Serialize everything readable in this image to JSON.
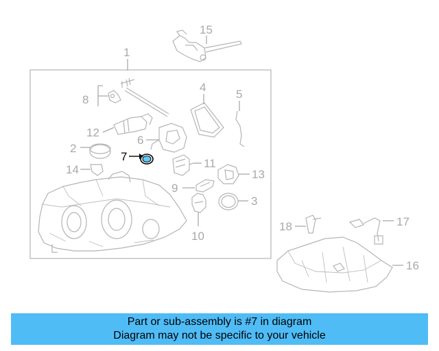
{
  "diagram": {
    "highlight_color": "#5cc8f7",
    "parts": [
      {
        "id": "p1",
        "label": "1"
      },
      {
        "id": "p2",
        "label": "2"
      },
      {
        "id": "p3",
        "label": "3"
      },
      {
        "id": "p4",
        "label": "4"
      },
      {
        "id": "p5",
        "label": "5"
      },
      {
        "id": "p6",
        "label": "6"
      },
      {
        "id": "p7",
        "label": "7",
        "highlighted": true
      },
      {
        "id": "p8",
        "label": "8"
      },
      {
        "id": "p9",
        "label": "9"
      },
      {
        "id": "p10",
        "label": "10"
      },
      {
        "id": "p11",
        "label": "11"
      },
      {
        "id": "p12",
        "label": "12"
      },
      {
        "id": "p13",
        "label": "13"
      },
      {
        "id": "p14",
        "label": "14"
      },
      {
        "id": "p15",
        "label": "15"
      },
      {
        "id": "p16",
        "label": "16"
      },
      {
        "id": "p17",
        "label": "17"
      },
      {
        "id": "p18",
        "label": "18"
      }
    ]
  },
  "caption": {
    "line1": "Part or sub-assembly is #7 in diagram",
    "line2": "Diagram may not be specific to your vehicle",
    "background": "#4fbcf6"
  }
}
